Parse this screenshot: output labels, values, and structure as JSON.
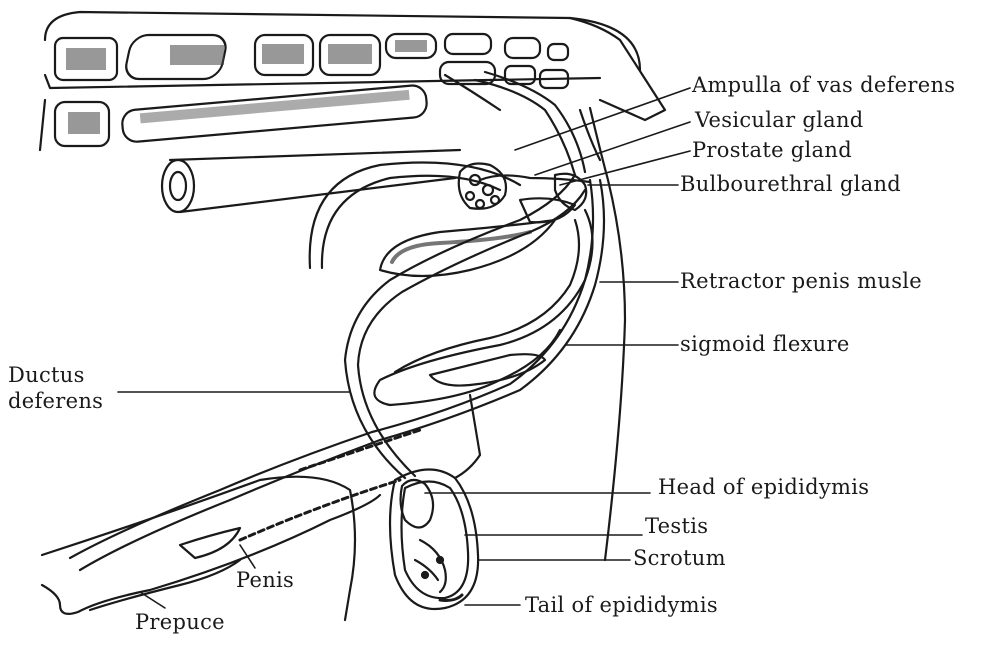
{
  "labels": {
    "ampulla": "Ampulla of vas deferens",
    "vesicular": "Vesicular gland",
    "prostate": "Prostate gland",
    "bulbourethral": "Bulbourethral gland",
    "retractor": "Retractor penis musle",
    "sigmoid": "sigmoid flexure",
    "ductus_line1": "Ductus",
    "ductus_line2": "deferens",
    "head_epididymis": "Head of epididymis",
    "testis": "Testis",
    "scrotum": "Scrotum",
    "tail_epididymis": "Tail of epididymis",
    "penis": "Penis",
    "prepuce": "Prepuce"
  },
  "colors": {
    "ink": "#1a1a1a",
    "background": "#ffffff"
  }
}
